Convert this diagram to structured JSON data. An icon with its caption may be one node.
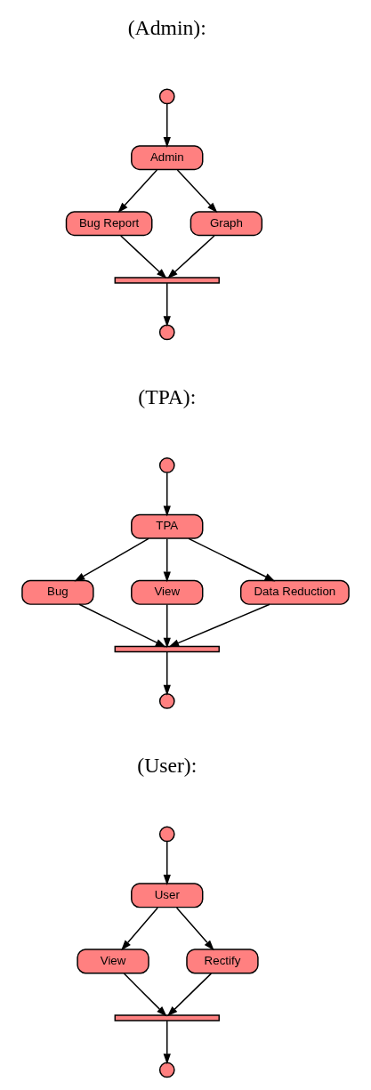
{
  "diagram": {
    "nodes": [
      {
        "text": [],
        "shape": "circle"
      },
      {
        "text": [
          "Admin"
        ]
      },
      {
        "text": [
          "Bug Report"
        ]
      },
      {
        "text": [
          "Graph"
        ]
      },
      {
        "text": [],
        "shape": "bar"
      },
      {
        "text": [],
        "shape": "circle"
      },
      {
        "text": [],
        "shape": "circle"
      },
      {
        "text": [
          "TPA"
        ]
      },
      {
        "text": [
          "Bug"
        ]
      },
      {
        "text": [
          "View"
        ]
      },
      {
        "text": [
          "Data Reduction"
        ]
      },
      {
        "text": [],
        "shape": "bar"
      },
      {
        "text": [],
        "shape": "circle"
      },
      {
        "text": [],
        "shape": "circle"
      },
      {
        "text": [
          "User"
        ]
      },
      {
        "text": [
          "View"
        ]
      },
      {
        "text": [
          "Rectify"
        ]
      },
      {
        "text": [],
        "shape": "bar"
      },
      {
        "text": [],
        "shape": "circle"
      }
    ],
    "edges": [
      {
        "from": 0,
        "to": 1,
        "arrow": "to"
      },
      {
        "from": 1,
        "to": 2,
        "arrow": "to"
      },
      {
        "from": 1,
        "to": 3,
        "arrow": "to"
      },
      {
        "from": 2,
        "to": 4,
        "arrow": "to"
      },
      {
        "from": 3,
        "to": 4,
        "arrow": "to"
      },
      {
        "from": 4,
        "to": 5,
        "arrow": "to"
      },
      {
        "from": 6,
        "to": 7,
        "arrow": "to"
      },
      {
        "from": 7,
        "to": 8,
        "arrow": "to"
      },
      {
        "from": 7,
        "to": 9,
        "arrow": "to"
      },
      {
        "from": 7,
        "to": 10,
        "arrow": "to"
      },
      {
        "from": 8,
        "to": 11,
        "arrow": "to"
      },
      {
        "from": 9,
        "to": 11,
        "arrow": "to"
      },
      {
        "from": 10,
        "to": 11,
        "arrow": "to"
      },
      {
        "from": 11,
        "to": 12,
        "arrow": "to"
      },
      {
        "from": 13,
        "to": 14,
        "arrow": "to"
      },
      {
        "from": 14,
        "to": 15,
        "arrow": "to"
      },
      {
        "from": 14,
        "to": 16,
        "arrow": "to"
      },
      {
        "from": 15,
        "to": 17,
        "arrow": "to"
      },
      {
        "from": 16,
        "to": 17,
        "arrow": "to"
      },
      {
        "from": 17,
        "to": 18,
        "arrow": "to"
      }
    ],
    "labels": [
      "(Admin):",
      "(TPA):",
      "(User):"
    ]
  }
}
